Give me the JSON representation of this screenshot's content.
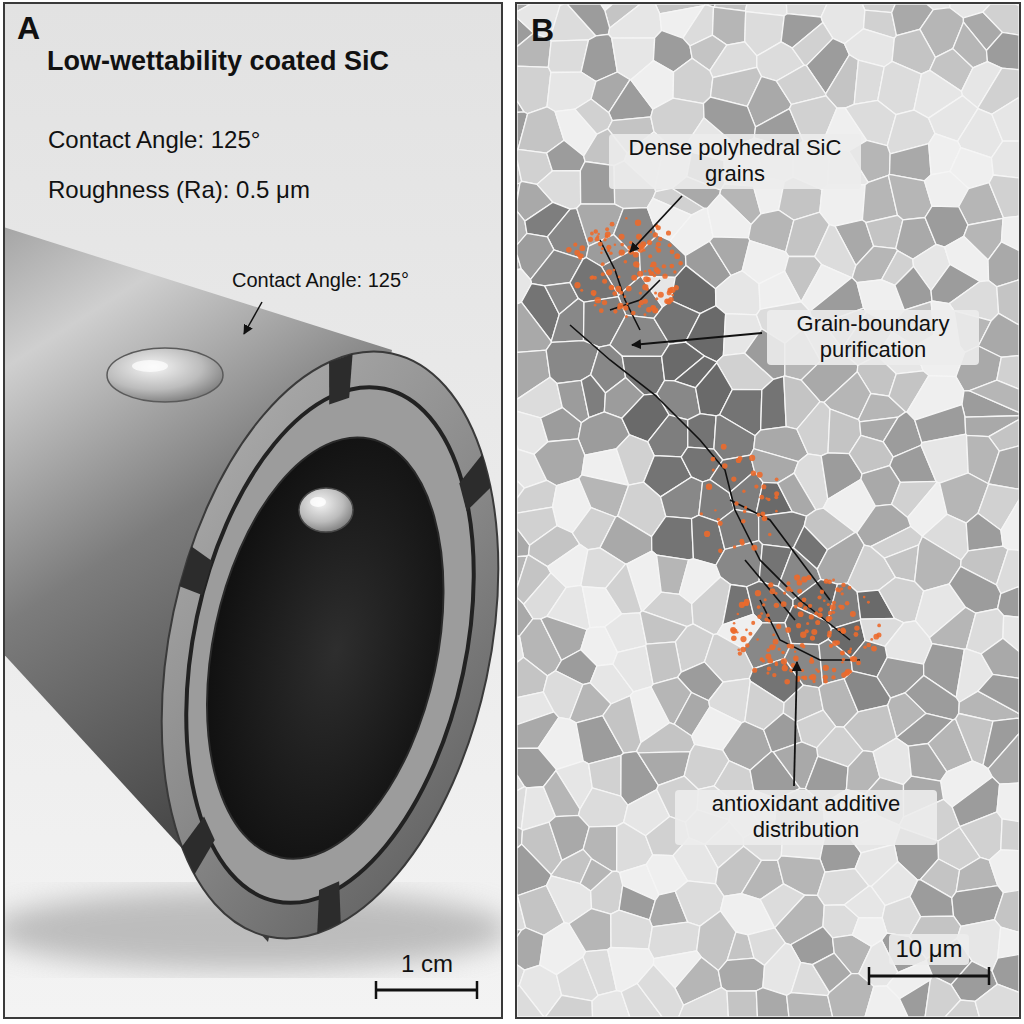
{
  "diagram": {
    "nodes": [
      {
        "text": [
          "A",
          "Low-wettability coated SiC"
        ]
      },
      {
        "text": [
          "B"
        ]
      }
    ],
    "labels": [
      "Contact Angle: 125°",
      "Roughness (Ra): 0.5 μm",
      "Contact Angle: 125°",
      "1 cm",
      "Dense polyhedral SiC grains",
      "Grain-boundary purification",
      "antioxidant additive distribution",
      "10 μm"
    ]
  }
}
